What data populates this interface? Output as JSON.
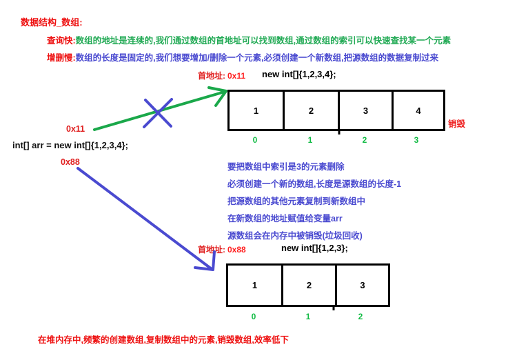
{
  "title": "数据结构_数组:",
  "notes": [
    {
      "lead": "查询快:",
      "body": "数组的地址是连续的,我们通过数组的首地址可以找到数组,通过数组的索引可以快速查找某一个元素",
      "body_color": "#22aa55"
    },
    {
      "lead": "增删慢:",
      "body": "数组的长度是固定的,我们想要增加/删除一个元素,必须创建一个新数组,把源数组的数据复制过来",
      "body_color": "#4a4ad0"
    }
  ],
  "old_array": {
    "addr_label": "首地址:",
    "addr_value": "0x11",
    "construct": "new int[]{1,2,3,4};",
    "values": [
      "1",
      "2",
      "3",
      "4"
    ],
    "indices": [
      "0",
      "1",
      "2",
      "3"
    ],
    "destroy_label": "销毁"
  },
  "new_array": {
    "addr_label": "首地址:",
    "addr_value": "0x88",
    "construct": "new int[]{1,2,3};",
    "values": [
      "1",
      "2",
      "3"
    ],
    "indices": [
      "0",
      "1",
      "2"
    ]
  },
  "variable": {
    "old_ref": "0x11",
    "code": "int[] arr = new int[]{1,2,3,4};",
    "new_ref": "0x88"
  },
  "steps": [
    "要把数组中索引是3的元素删除",
    "必须创建一个新的数组,长度是源数组的长度-1",
    "把源数组的其他元素复制到新数组中",
    "在新数组的地址赋值给变量arr",
    "源数组会在内存中被销毁(垃圾回收)"
  ],
  "conclusion": "在堆内存中,频繁的创建数组,复制数组中的元素,销毁数组,效率低下",
  "colors": {
    "red": "#ee1111",
    "green": "#22aa55",
    "blue": "#4a4ad0",
    "index_green": "#11bb44",
    "black": "#000000",
    "arrow_green": "#1aa84a",
    "arrow_blue": "#4a4ad0"
  }
}
